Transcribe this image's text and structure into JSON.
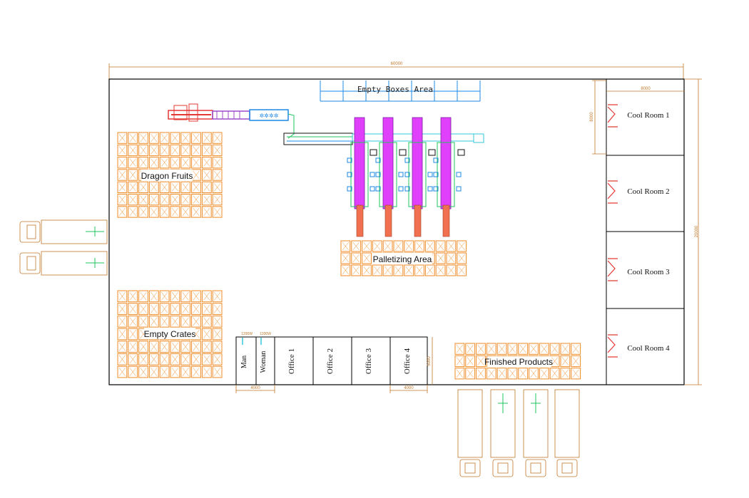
{
  "dimensions": {
    "overall_width": "60000",
    "overall_height": "20000",
    "cool_room_width": "8000",
    "cool_room_height": "8000",
    "toilet_width": "4000",
    "office_width": "4000",
    "office_height": "5000",
    "man_door": "1200W",
    "woman_door": "1200W"
  },
  "areas": {
    "empty_boxes": "Empty Boxes Area",
    "dragon_fruits": "Dragon Fruits",
    "palletizing": "Palletizing Area",
    "empty_crates": "Empty Crates",
    "finished_products": "Finished Products"
  },
  "rooms": {
    "cool_rooms": [
      "Cool Room 1",
      "Cool Room 2",
      "Cool Room 3",
      "Cool Room 4"
    ],
    "toilets": [
      "Man",
      "Woman"
    ],
    "offices": [
      "Office 1",
      "Office 2",
      "Office 3",
      "Office 4"
    ]
  },
  "colors": {
    "wall": "#000000",
    "pallet": "#f08a24",
    "dimension": "#c0782a",
    "conveyor_blue": "#1e88e5",
    "robot_magenta": "#e040fb",
    "robot_base": "#f07050",
    "door": "#e53935",
    "dock_green": "#22c55e",
    "feed_red": "#e53935",
    "feed_purple": "#9c4dcc",
    "cyan": "#35c7d8"
  }
}
